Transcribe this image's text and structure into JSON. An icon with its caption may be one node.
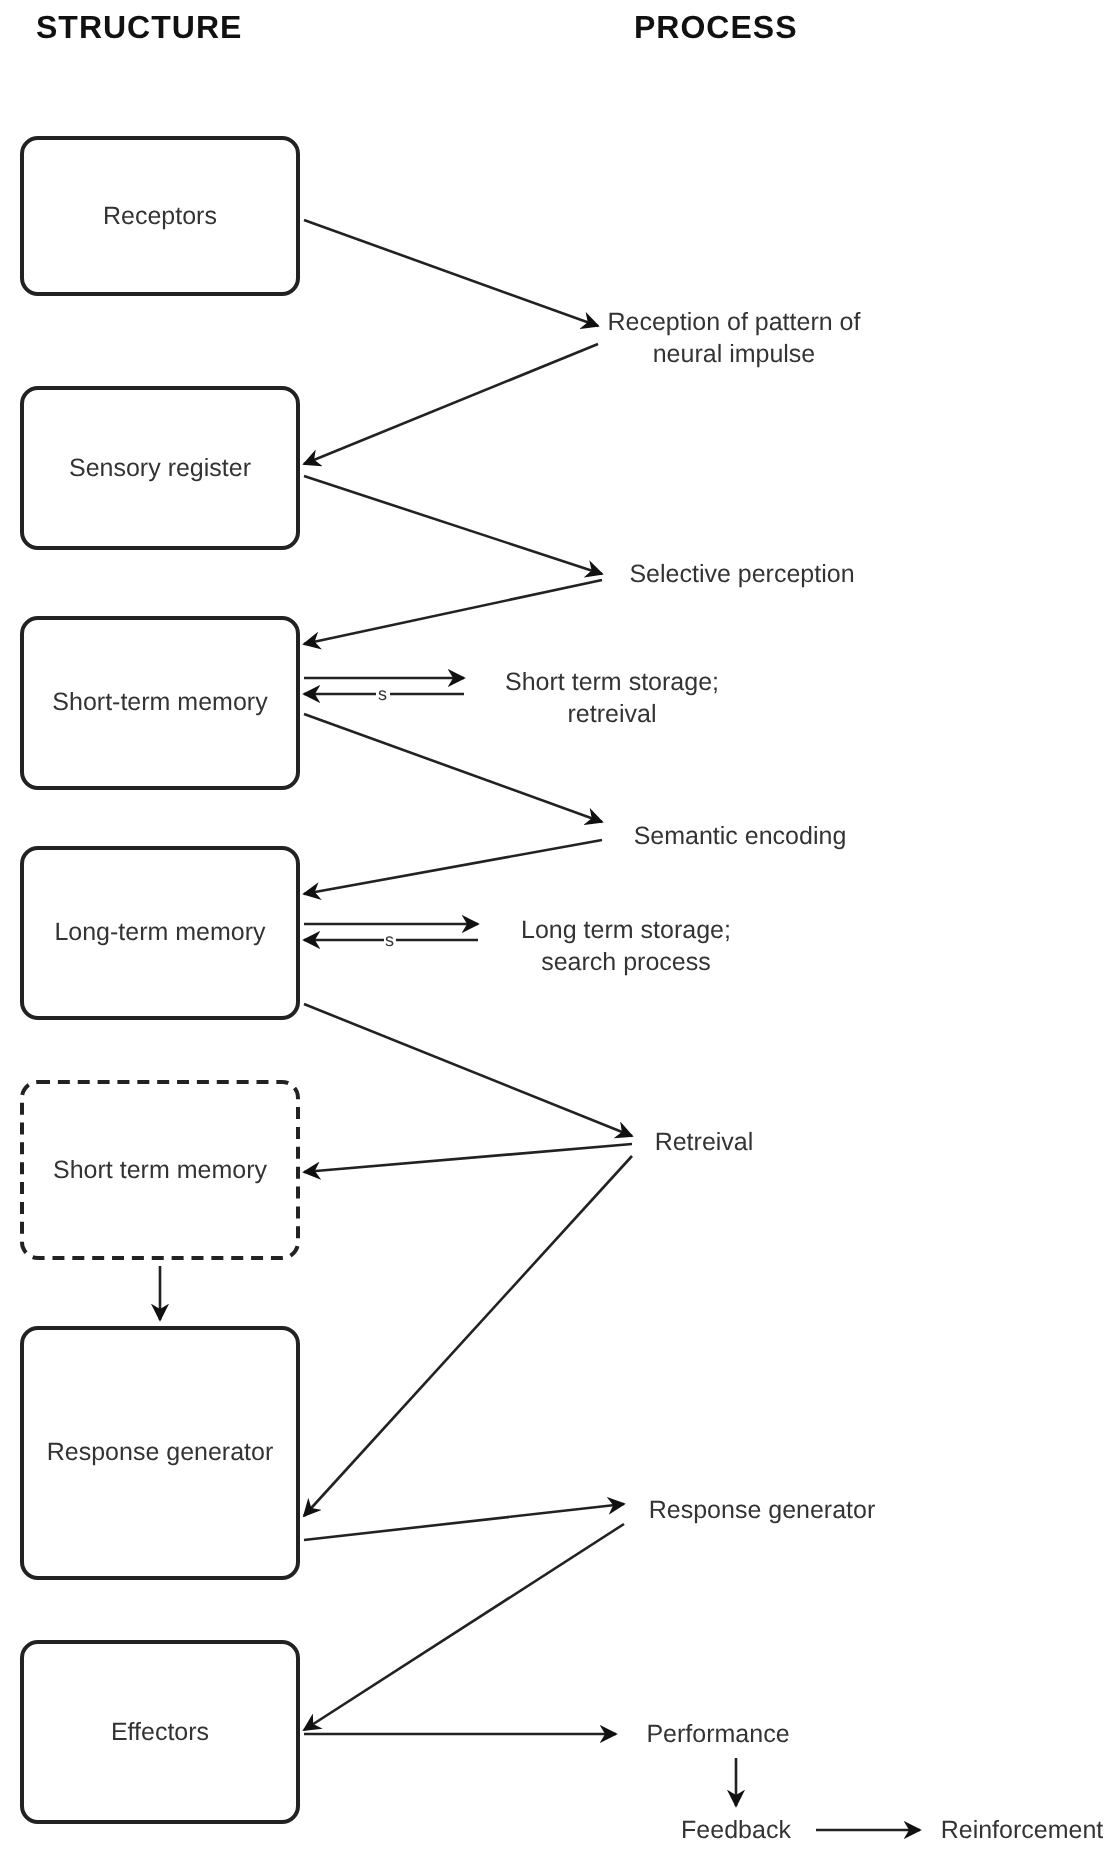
{
  "diagram": {
    "nodes": [
      {
        "text": [
          "Receptors"
        ]
      },
      {
        "text": [
          "Sensory register"
        ]
      },
      {
        "text": [
          "Short-term memory"
        ]
      },
      {
        "text": [
          "Long-term memory"
        ]
      },
      {
        "text": [
          "Short term memory"
        ]
      },
      {
        "text": [
          "Response generator"
        ]
      },
      {
        "text": [
          "Effectors"
        ]
      },
      {
        "text": [
          "Reception of pattern of neural impulse"
        ]
      },
      {
        "text": [
          "Selective perception"
        ]
      },
      {
        "text": [
          "Short term storage; retreival"
        ]
      },
      {
        "text": [
          "Semantic encoding"
        ]
      },
      {
        "text": [
          "Long term storage; search process"
        ]
      },
      {
        "text": [
          "Retreival"
        ]
      },
      {
        "text": [
          "Response generator"
        ]
      },
      {
        "text": [
          "Performance"
        ]
      },
      {
        "text": [
          "Feedback"
        ]
      },
      {
        "text": [
          "Reinforcement"
        ]
      }
    ],
    "edges": [
      {
        "from": 0,
        "to": 7,
        "arrow": "to"
      },
      {
        "from": 7,
        "to": 1,
        "arrow": "to"
      },
      {
        "from": 1,
        "to": 8,
        "arrow": "to"
      },
      {
        "from": 8,
        "to": 2,
        "arrow": "to"
      },
      {
        "from": 2,
        "to": 9,
        "arrow": "to"
      },
      {
        "from": 9,
        "to": 2,
        "arrow": "to",
        "label": "s"
      },
      {
        "from": 2,
        "to": 10,
        "arrow": "to"
      },
      {
        "from": 10,
        "to": 3,
        "arrow": "to"
      },
      {
        "from": 3,
        "to": 11,
        "arrow": "to"
      },
      {
        "from": 11,
        "to": 3,
        "arrow": "to",
        "label": "s"
      },
      {
        "from": 3,
        "to": 12,
        "arrow": "to"
      },
      {
        "from": 12,
        "to": 4,
        "arrow": "to"
      },
      {
        "from": 12,
        "to": 5,
        "arrow": "to"
      },
      {
        "from": 4,
        "to": 5,
        "arrow": "to"
      },
      {
        "from": 5,
        "to": 13,
        "arrow": "to"
      },
      {
        "from": 13,
        "to": 6,
        "arrow": "to"
      },
      {
        "from": 6,
        "to": 14,
        "arrow": "to"
      },
      {
        "from": 14,
        "to": 15,
        "arrow": "to"
      },
      {
        "from": 15,
        "to": 16,
        "arrow": "to"
      }
    ],
    "labels": [
      "STRUCTURE",
      "PROCESS"
    ]
  }
}
